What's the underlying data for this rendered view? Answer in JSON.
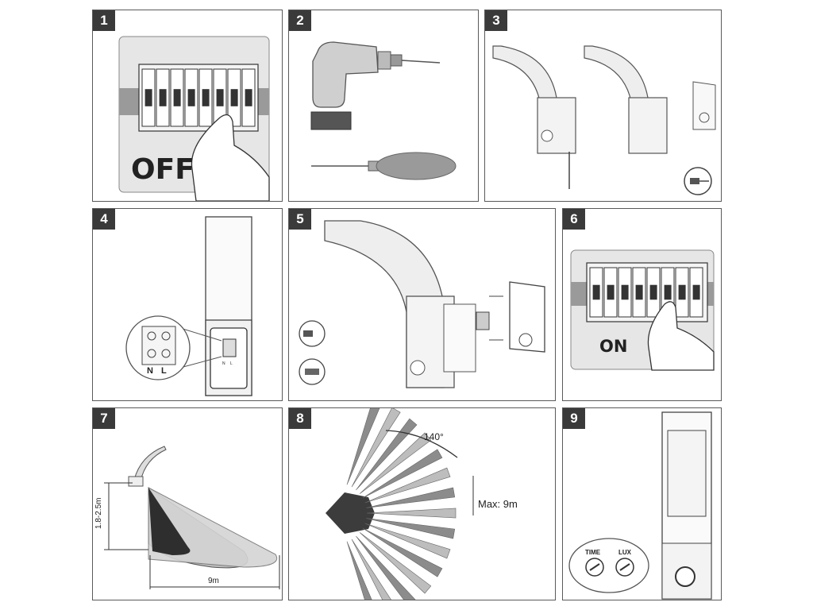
{
  "steps": [
    {
      "number": "1",
      "label": "OFF"
    },
    {
      "number": "2"
    },
    {
      "number": "3"
    },
    {
      "number": "4",
      "terminal_labels": [
        "N",
        "L"
      ],
      "small_labels": [
        "N",
        "L"
      ]
    },
    {
      "number": "5"
    },
    {
      "number": "6",
      "label": "ON"
    },
    {
      "number": "7",
      "height_label": "1.8-2.5m",
      "distance_label": "9m"
    },
    {
      "number": "8",
      "angle_label": "140°",
      "range_label": "Max: 9m"
    },
    {
      "number": "9",
      "time_label": "TIME",
      "lux_label": "LUX"
    }
  ],
  "colors": {
    "border": "#5a5a5a",
    "badge": "#3a3a3a",
    "dark": "#3c3c3c",
    "mid": "#8c8c8c",
    "light": "#d6d6d6"
  }
}
